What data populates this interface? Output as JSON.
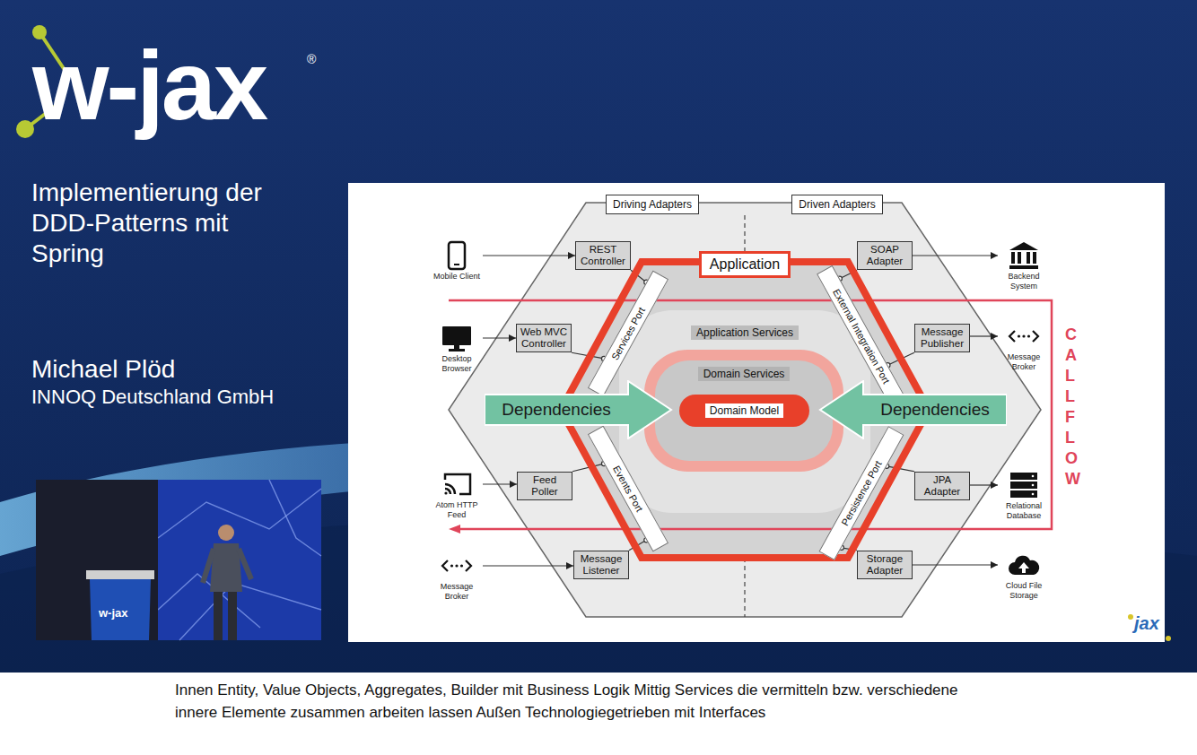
{
  "diagram": {
    "title": "Implementierung der DDD-Patterns mit Spring",
    "caption": "Innen Entity, Value Objects, Aggregates, Builder mit Business Logik Mittig Services die vermitteln bzw. verschiedene innere Elemente zusammen arbeiten lassen Außen Technologiegetrieben mit Interfaces",
    "nodes": [
      {
        "text": [
          "Driving Adapters"
        ]
      },
      {
        "text": [
          "Driven Adapters"
        ]
      },
      {
        "text": [
          "Mobile Client"
        ]
      },
      {
        "text": [
          "REST Controller"
        ]
      },
      {
        "text": [
          "SOAP Adapter"
        ]
      },
      {
        "text": [
          "Backend System"
        ]
      },
      {
        "text": [
          "Application"
        ]
      },
      {
        "text": [
          "Services Port"
        ],
        "in": 6
      },
      {
        "text": [
          "External Integration Port"
        ],
        "in": 6
      },
      {
        "text": [
          "Application Services"
        ],
        "in": 6
      },
      {
        "text": [
          "Domain Services"
        ],
        "in": 9
      },
      {
        "text": [
          "Domain Model"
        ],
        "in": 10
      },
      {
        "text": [
          "Desktop Browser"
        ]
      },
      {
        "text": [
          "Web MVC Controller"
        ]
      },
      {
        "text": [
          "Message Publisher"
        ]
      },
      {
        "text": [
          "Message Broker"
        ]
      },
      {
        "text": [
          "Dependencies"
        ]
      },
      {
        "text": [
          "Dependencies"
        ]
      },
      {
        "text": [
          "Events Port"
        ],
        "in": 6
      },
      {
        "text": [
          "Persistence Port"
        ],
        "in": 6
      },
      {
        "text": [
          "Atom HTTP Feed"
        ]
      },
      {
        "text": [
          "Feed Poller"
        ]
      },
      {
        "text": [
          "JPA Adapter"
        ]
      },
      {
        "text": [
          "Relational Database"
        ]
      },
      {
        "text": [
          "Message Broker"
        ]
      },
      {
        "text": [
          "Message Listener"
        ]
      },
      {
        "text": [
          "Storage Adapter"
        ]
      },
      {
        "text": [
          "Cloud File Storage"
        ]
      }
    ],
    "edges": [
      {
        "from": 2,
        "to": 3,
        "arrow": "to"
      },
      {
        "from": 3,
        "to": 7,
        "arrow": "none"
      },
      {
        "from": 4,
        "to": 5,
        "arrow": "to"
      },
      {
        "from": 4,
        "to": 8,
        "arrow": "none"
      },
      {
        "from": 12,
        "to": 13,
        "arrow": "to"
      },
      {
        "from": 13,
        "to": 7,
        "arrow": "none"
      },
      {
        "from": 14,
        "to": 15,
        "arrow": "to"
      },
      {
        "from": 14,
        "to": 8,
        "arrow": "none"
      },
      {
        "from": 20,
        "to": 21,
        "arrow": "to"
      },
      {
        "from": 21,
        "to": 18,
        "arrow": "none"
      },
      {
        "from": 22,
        "to": 23,
        "arrow": "to"
      },
      {
        "from": 22,
        "to": 19,
        "arrow": "none"
      },
      {
        "from": 24,
        "to": 25,
        "arrow": "to"
      },
      {
        "from": 25,
        "to": 18,
        "arrow": "none"
      },
      {
        "from": 26,
        "to": 27,
        "arrow": "to"
      },
      {
        "from": 26,
        "to": 19,
        "arrow": "none"
      }
    ],
    "labels": [
      "w-jax",
      "®",
      "Michael Plöd",
      "INNOQ Deutschland GmbH",
      "CALL FLOW",
      "w-jax",
      "jax"
    ]
  }
}
